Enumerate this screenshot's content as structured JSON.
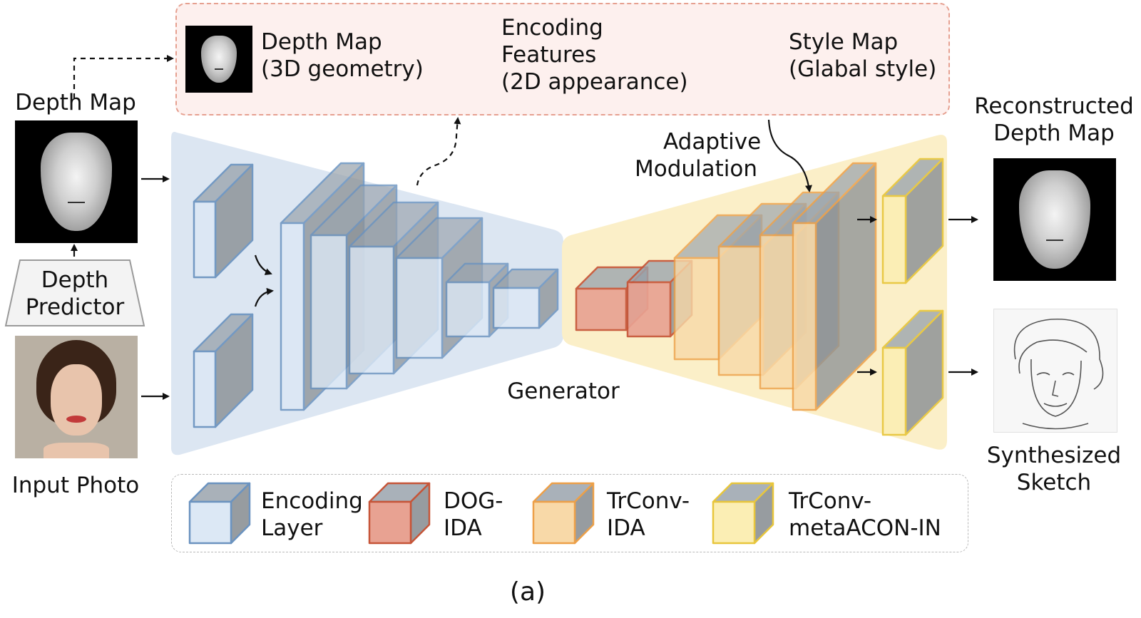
{
  "caption": "(a)",
  "key_top": {
    "depth_map": [
      "Depth Map",
      "(3D geometry)"
    ],
    "encoding": [
      "Encoding",
      "Features",
      "(2D appearance)"
    ],
    "style": [
      "Style Map",
      "(Glabal style)"
    ]
  },
  "left": {
    "depth_title": "Depth Map",
    "predictor": [
      "Depth",
      "Predictor"
    ],
    "input_photo": "Input Photo"
  },
  "generator_label": "Generator",
  "adaptive": [
    "Adaptive",
    "Modulation"
  ],
  "right": {
    "reconstructed": [
      "Reconstructed",
      "Depth Map"
    ],
    "synthesized": [
      "Synthesized",
      "Sketch"
    ]
  },
  "legend": [
    {
      "lines": [
        "Encoding",
        "Layer"
      ],
      "color": "encoding"
    },
    {
      "lines": [
        "DOG-",
        "IDA"
      ],
      "color": "dog"
    },
    {
      "lines": [
        "TrConv-",
        "IDA"
      ],
      "color": "trconv"
    },
    {
      "lines": [
        "TrConv-",
        "metaACON-IN"
      ],
      "color": "meta"
    }
  ],
  "colors": {
    "encoding_fill": "#dce8f5",
    "encoding_stroke": "#6b93c0",
    "dog_fill": "#e8a292",
    "dog_stroke": "#c65538",
    "trconv_fill": "#f8d9a8",
    "trconv_stroke": "#eda048",
    "meta_fill": "#fbeeb4",
    "meta_stroke": "#e8c63c",
    "encoder_bg": "#dce6f2",
    "decoder_bg": "#fbefc8"
  }
}
